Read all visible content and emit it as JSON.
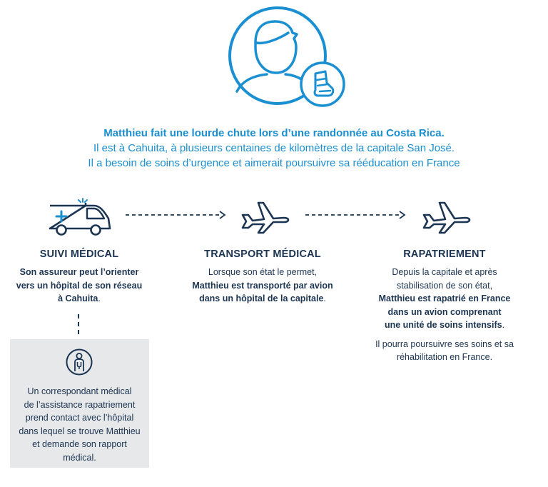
{
  "icons": {
    "hero": "patient-with-cast-icon",
    "step1": "ambulance-icon",
    "step2": "airplane-icon",
    "step3": "airplane-icon",
    "card": "doctor-icon"
  },
  "colors": {
    "accent": "#1a8fd1",
    "navy": "#1c3552",
    "card_bg": "#e7e8ea"
  },
  "intro": {
    "line1": "Matthieu fait une lourde chute lors d’une randonnée au Costa Rica.",
    "line2": "Il est à Cahuita, à plusieurs centaines de kilomètres de la capitale San José.",
    "line3": "Il a besoin de soins d’urgence et aimerait poursuivre sa rééducation en France"
  },
  "steps": [
    {
      "title": "SUIVI MÉDICAL",
      "lines": [
        "Son assureur peut l’orienter",
        "vers un hôpital de son réseau",
        "à Cahuita",
        "."
      ]
    },
    {
      "title": "TRANSPORT MÉDICAL",
      "lines": [
        "Lorsque son état le permet,",
        "Matthieu est transporté par avion",
        "dans un hôpital de la capitale",
        "."
      ]
    },
    {
      "title": "RAPATRIEMENT",
      "lines": [
        "Depuis la capitale et après",
        "stabilisation de son état,",
        "Matthieu est rapatrié en France",
        "dans un avion comprenant",
        "une unité de soins intensifs",
        "."
      ],
      "extra": [
        "Il pourra poursuivre ses soins et sa",
        "réhabilitation en France."
      ]
    }
  ],
  "card": {
    "lines": [
      "Un correspondant médical",
      "de l’assistance rapatriement",
      "prend contact avec l’hôpital",
      "dans lequel se trouve Matthieu",
      "et demande son rapport",
      "médical."
    ]
  }
}
